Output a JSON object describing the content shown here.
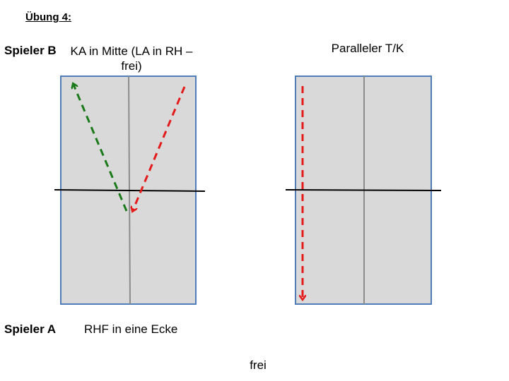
{
  "heading": "Übung 4:",
  "top_player": "Spieler B",
  "top_left_description": "KA in Mitte (LA in RH – frei)",
  "top_right_description": "Paralleler T/K",
  "bottom_player": "Spieler A",
  "bottom_description": "RHF in eine Ecke",
  "footer_text": "frei",
  "colors": {
    "court_fill": "#d9d9d9",
    "court_border": "#4f7db8",
    "center_line": "#8c8c8c",
    "net": "#000000",
    "arrow_green": "#1a7a1a",
    "arrow_red": "#e31b1b"
  }
}
